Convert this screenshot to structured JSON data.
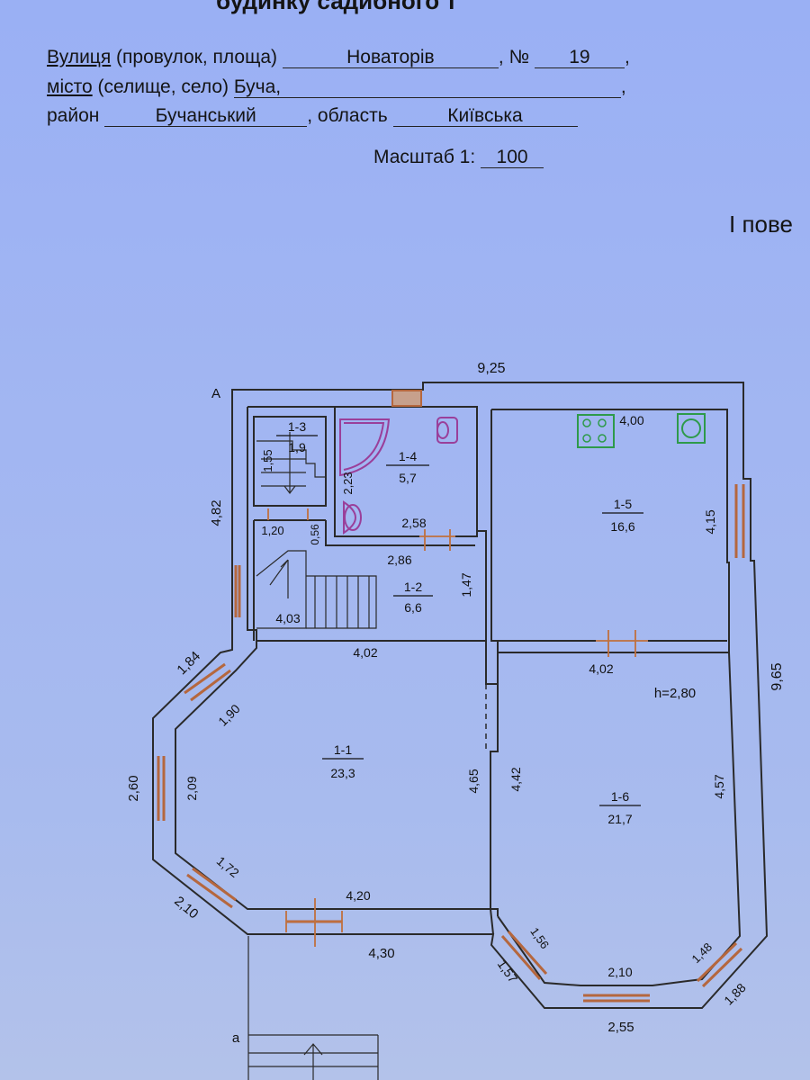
{
  "header": {
    "title_fragment": "будинку садибного т",
    "street_label": "Вулиця",
    "street_hint": "(провулок, площа)",
    "street_value": "Новаторів",
    "number_label": "№",
    "number_value": "19",
    "city_label": "місто",
    "city_hint": "(селище, село)",
    "city_value": "Буча,",
    "district_label": "район",
    "district_value": "Бучанський",
    "region_label": ", область",
    "region_value": "Київська",
    "scale_label": "Масштаб 1:",
    "scale_value": "100",
    "floor_label": "І пове"
  },
  "plan": {
    "corner_a": "A",
    "corner_a_lower": "a",
    "ceiling_height": "h=2,80",
    "rooms": [
      {
        "id": "1-1",
        "area": "23,3"
      },
      {
        "id": "1-2",
        "area": "6,6"
      },
      {
        "id": "1-3",
        "area": "1,9"
      },
      {
        "id": "1-4",
        "area": "5,7"
      },
      {
        "id": "1-5",
        "area": "16,6"
      },
      {
        "id": "1-6",
        "area": "21,7"
      }
    ],
    "dimensions": {
      "overall_width": "9,25",
      "overall_depth": "9,65",
      "left_upper": "4,82",
      "stair_height": "1,55",
      "stair_width": "1,20",
      "gap": "0,56",
      "bath_height": "2,23",
      "bath_width": "2,58",
      "hall_width": "2,86",
      "hall_height": "1,47",
      "stair2_width": "4,03",
      "kitchen_width": "4,00",
      "kitchen_height": "4,15",
      "room1_top": "4,02",
      "room6_top": "4,02",
      "bay_upper_outer": "1,84",
      "bay_upper_inner": "1,90",
      "bay_side_outer": "2,60",
      "bay_side_inner": "2,09",
      "bay_lower_inner": "1,72",
      "bay_lower_outer": "2,10",
      "room1_bottom_inner": "4,20",
      "room1_bottom_outer": "4,30",
      "room1_right": "4,65",
      "room6_left": "4,42",
      "room6_right": "4,57",
      "bay6_left_inner": "1,56",
      "bay6_left_outer": "1,57",
      "bay6_bottom_inner": "2,10",
      "bay6_bottom_outer": "2,55",
      "bay6_right_inner": "1,48",
      "bay6_right_outer": "1,88"
    }
  },
  "colors": {
    "wall": "#2a2a2a",
    "window": "#b5673e",
    "fixture": "#9a3f9a",
    "stove": "#2e9a4a"
  }
}
